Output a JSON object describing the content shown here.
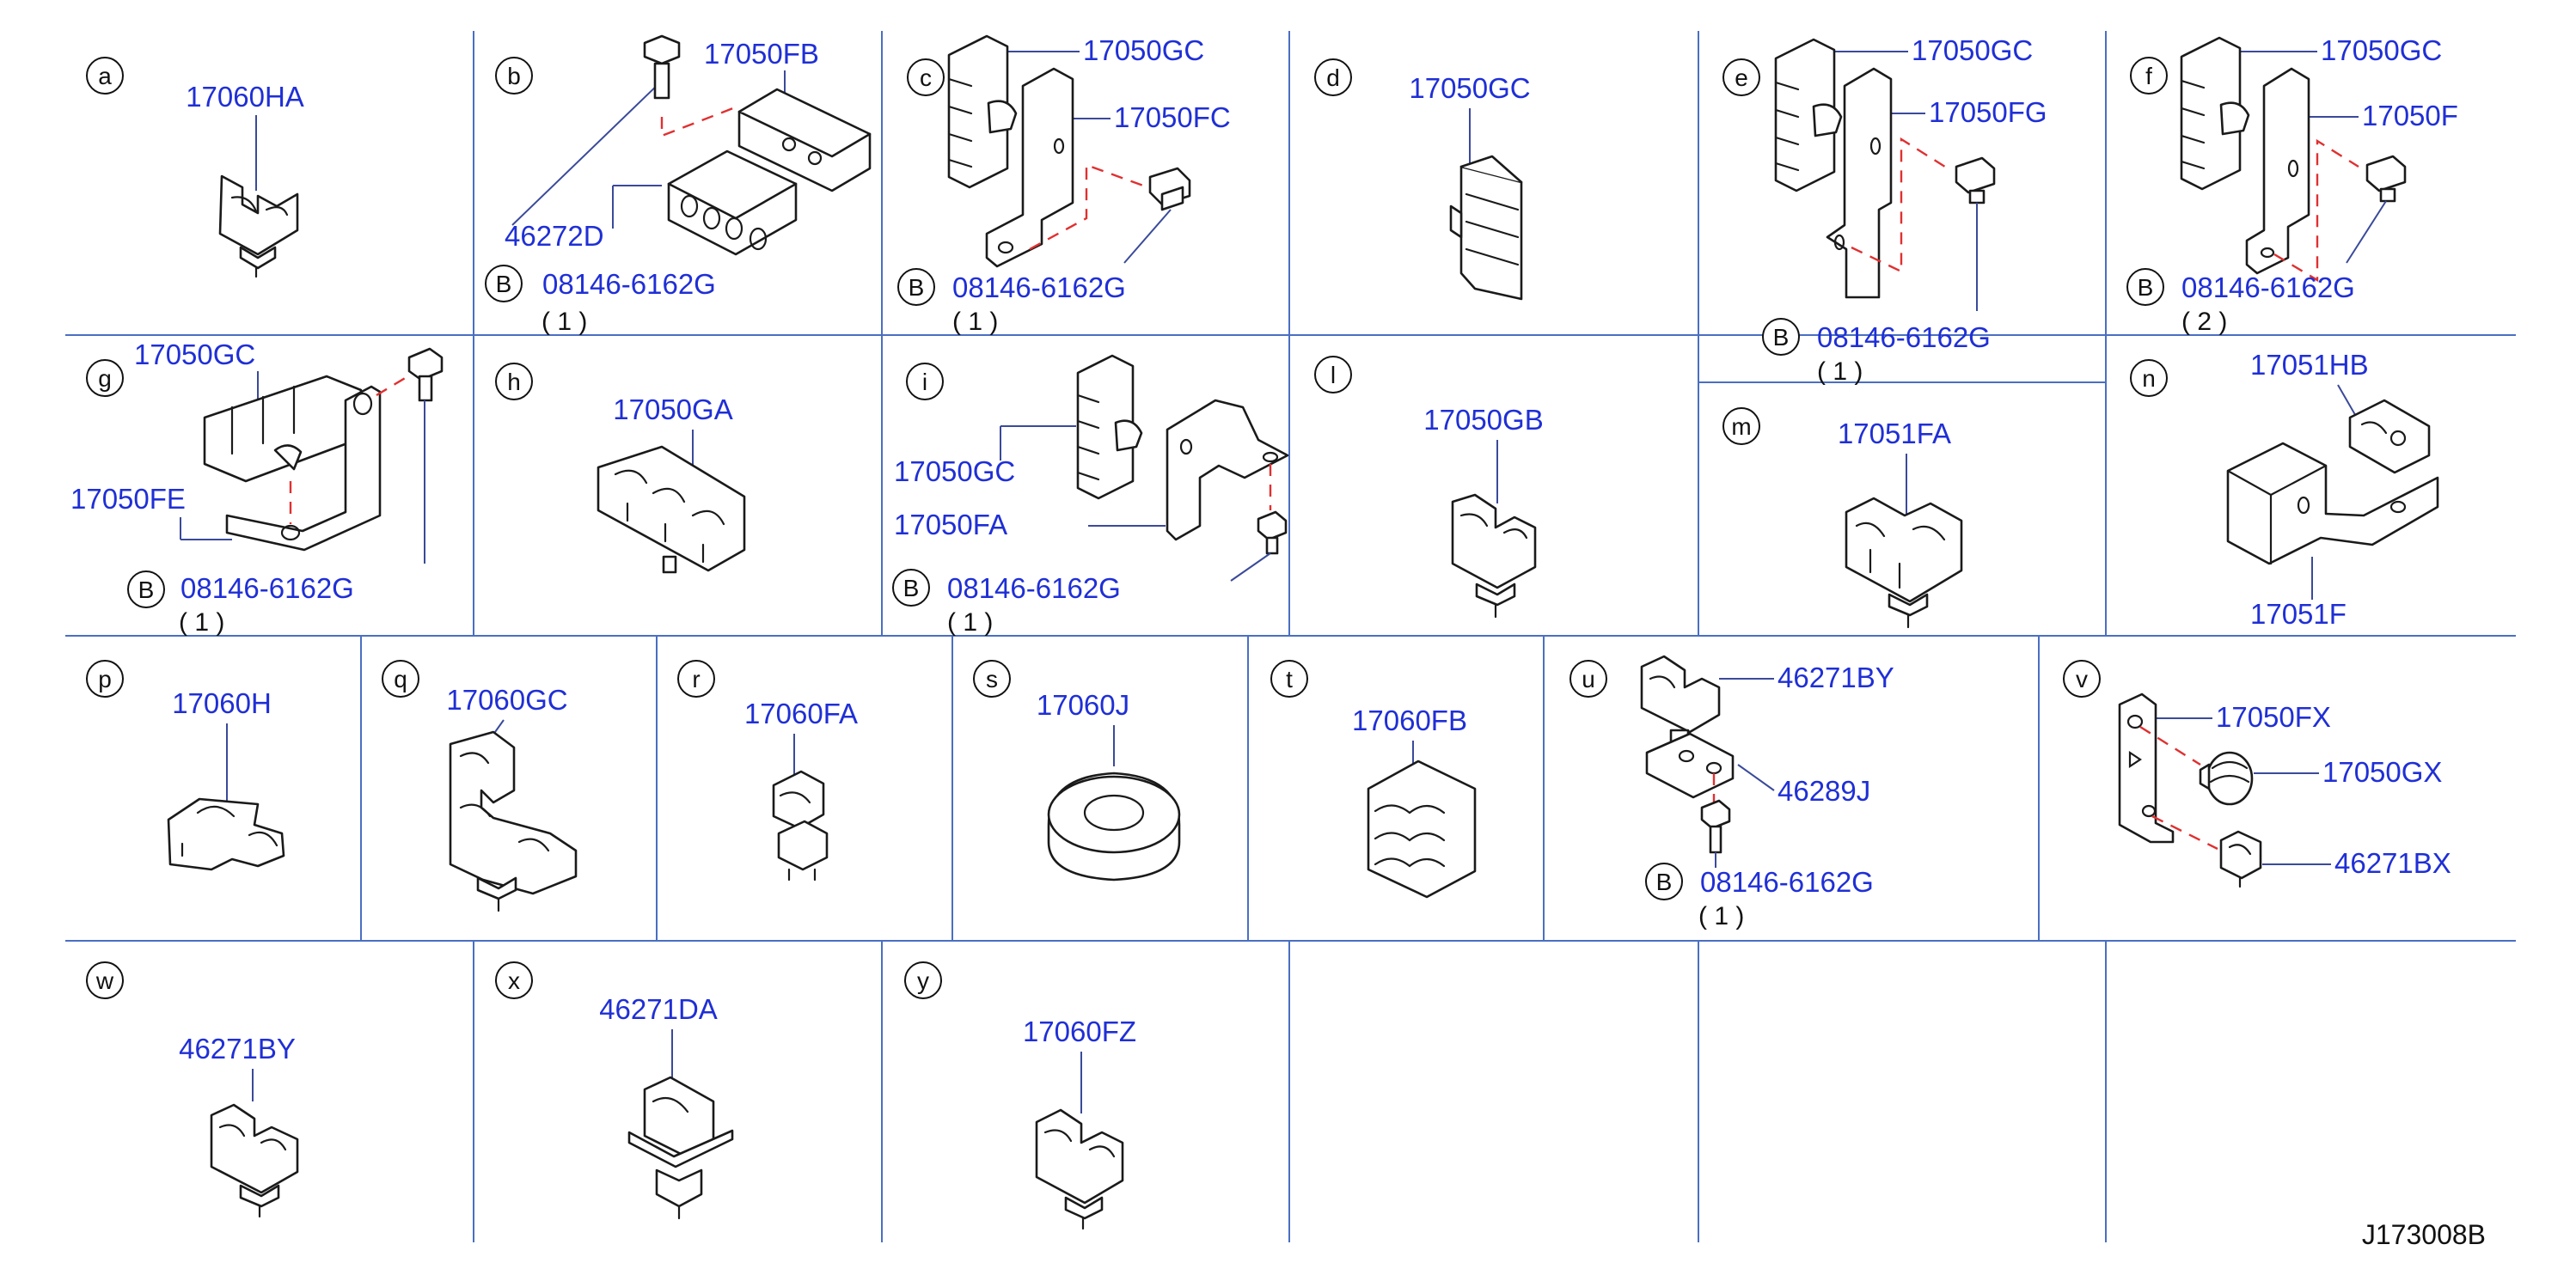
{
  "panels": {
    "a": {
      "letter": "a",
      "part": "17060HA"
    },
    "b": {
      "letter": "b",
      "part_top": "17050FB",
      "part_block": "46272D",
      "bolt_marker": "B",
      "bolt": "08146-6162G",
      "qty": "( 1 )"
    },
    "c": {
      "letter": "c",
      "part_clip": "17050GC",
      "part_bracket": "17050FC",
      "bolt_marker": "B",
      "bolt": "08146-6162G",
      "qty": "( 1 )"
    },
    "d": {
      "letter": "d",
      "part": "17050GC"
    },
    "e": {
      "letter": "e",
      "part_clip": "17050GC",
      "part_bracket": "17050FG",
      "bolt_marker": "B",
      "bolt": "08146-6162G",
      "qty": "( 1 )"
    },
    "f": {
      "letter": "f",
      "part_clip": "17050GC",
      "part_bracket": "17050F",
      "bolt_marker": "B",
      "bolt": "08146-6162G",
      "qty": "( 2 )"
    },
    "g": {
      "letter": "g",
      "part_clip": "17050GC",
      "part_bracket": "17050FE",
      "bolt_marker": "B",
      "bolt": "08146-6162G",
      "qty": "( 1 )"
    },
    "h": {
      "letter": "h",
      "part": "17050GA"
    },
    "i": {
      "letter": "i",
      "part_clip": "17050GC",
      "part_bracket": "17050FA",
      "bolt_marker": "B",
      "bolt": "08146-6162G",
      "qty": "( 1 )"
    },
    "l": {
      "letter": "l",
      "part": "17050GB"
    },
    "m": {
      "letter": "m",
      "part": "17051FA"
    },
    "n": {
      "letter": "n",
      "part_clip": "17051HB",
      "part_bracket": "17051F"
    },
    "p": {
      "letter": "p",
      "part": "17060H"
    },
    "q": {
      "letter": "q",
      "part": "17060GC"
    },
    "r": {
      "letter": "r",
      "part": "17060FA"
    },
    "s": {
      "letter": "s",
      "part": "17060J"
    },
    "t": {
      "letter": "t",
      "part": "17060FB"
    },
    "u": {
      "letter": "u",
      "part_clip": "46271BY",
      "part_bracket": "46289J",
      "bolt_marker": "B",
      "bolt": "08146-6162G",
      "qty": "( 1 )"
    },
    "v": {
      "letter": "v",
      "part_plate": "17050FX",
      "part_grommet": "17050GX",
      "part_clip": "46271BX"
    },
    "w": {
      "letter": "w",
      "part": "46271BY"
    },
    "x": {
      "letter": "x",
      "part": "46271DA"
    },
    "y": {
      "letter": "y",
      "part": "17060FZ"
    }
  },
  "drawing_code": "J173008B",
  "colors": {
    "part_number": "#1f2fd6",
    "grid": "#4a6fc2",
    "assembly_dash": "#e03030",
    "linework": "#1a1a1a"
  }
}
